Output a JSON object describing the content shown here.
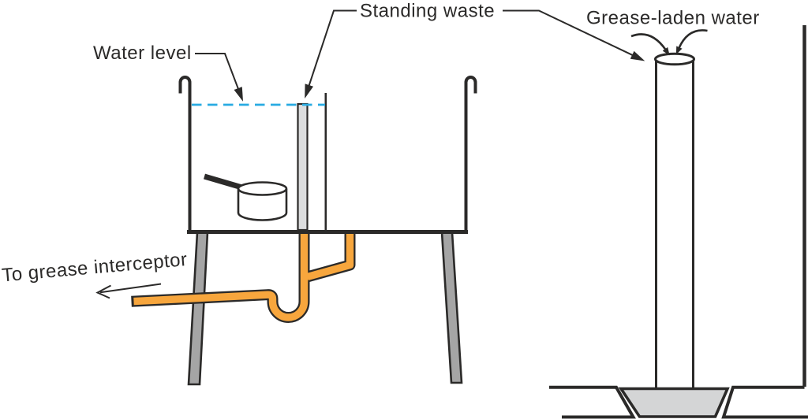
{
  "colors": {
    "outline": "#2b2a29",
    "text_color": "#2b2a29",
    "pipe_orange": "#f7a63d",
    "water_level_blue": "#29abe2",
    "leg_gray": "#a5a5a5",
    "standpipe_gray": "#dcddde",
    "funnel_gray": "#d4d5d6",
    "pot_white": "#ffffff",
    "background": "#ffffff"
  },
  "figure": {
    "sink": {
      "labels": {
        "water_level": "Water level",
        "standing_waste": "Standing waste",
        "to_grease_interceptor": "To grease interceptor"
      }
    },
    "indirect_waste": {
      "labels": {
        "grease_laden_water": "Grease-laden water"
      }
    }
  }
}
